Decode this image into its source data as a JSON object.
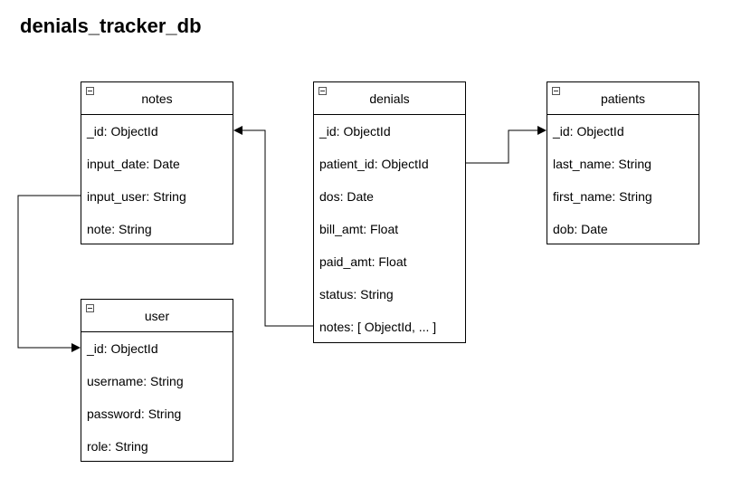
{
  "title": "denials_tracker_db",
  "entities": {
    "notes": {
      "name": "notes",
      "fields": [
        "_id: ObjectId",
        "input_date: Date",
        "input_user: String",
        "note: String"
      ]
    },
    "denials": {
      "name": "denials",
      "fields": [
        "_id: ObjectId",
        "patient_id: ObjectId",
        "dos: Date",
        "bill_amt: Float",
        "paid_amt: Float",
        "status: String",
        "notes: [ ObjectId, ... ]"
      ]
    },
    "patients": {
      "name": "patients",
      "fields": [
        "_id: ObjectId",
        "last_name: String",
        "first_name: String",
        "dob: Date"
      ]
    },
    "user": {
      "name": "user",
      "fields": [
        "_id: ObjectId",
        "username: String",
        "password: String",
        "role: String"
      ]
    }
  },
  "relationships": [
    {
      "from": "denials.patient_id",
      "to": "patients._id"
    },
    {
      "from": "denials.notes",
      "to": "notes._id"
    },
    {
      "from": "notes.input_user",
      "to": "user._id"
    }
  ]
}
